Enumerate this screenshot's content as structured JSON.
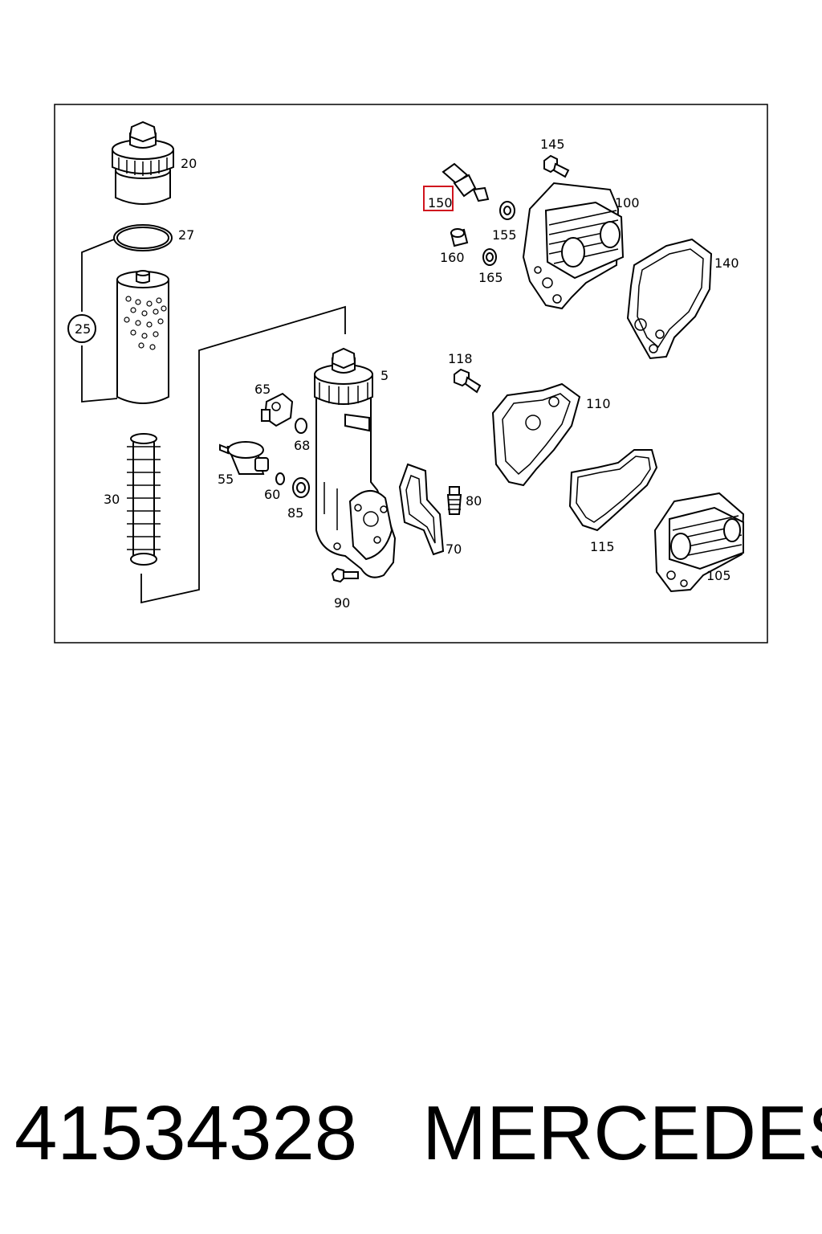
{
  "diagram": {
    "highlight_color": "#d0141e",
    "highlighted_part": "150",
    "parts": {
      "p20": "20",
      "p27": "27",
      "p25": "25",
      "p30": "30",
      "p5": "5",
      "p65": "65",
      "p68": "68",
      "p55": "55",
      "p60": "60",
      "p85": "85",
      "p90": "90",
      "p70": "70",
      "p80": "80",
      "p150": "150",
      "p145": "145",
      "p155": "155",
      "p160": "160",
      "p165": "165",
      "p100": "100",
      "p140": "140",
      "p118": "118",
      "p110": "110",
      "p115": "115",
      "p105": "105"
    }
  },
  "caption": {
    "part_number": "41534328",
    "brand": "MERCEDES"
  }
}
